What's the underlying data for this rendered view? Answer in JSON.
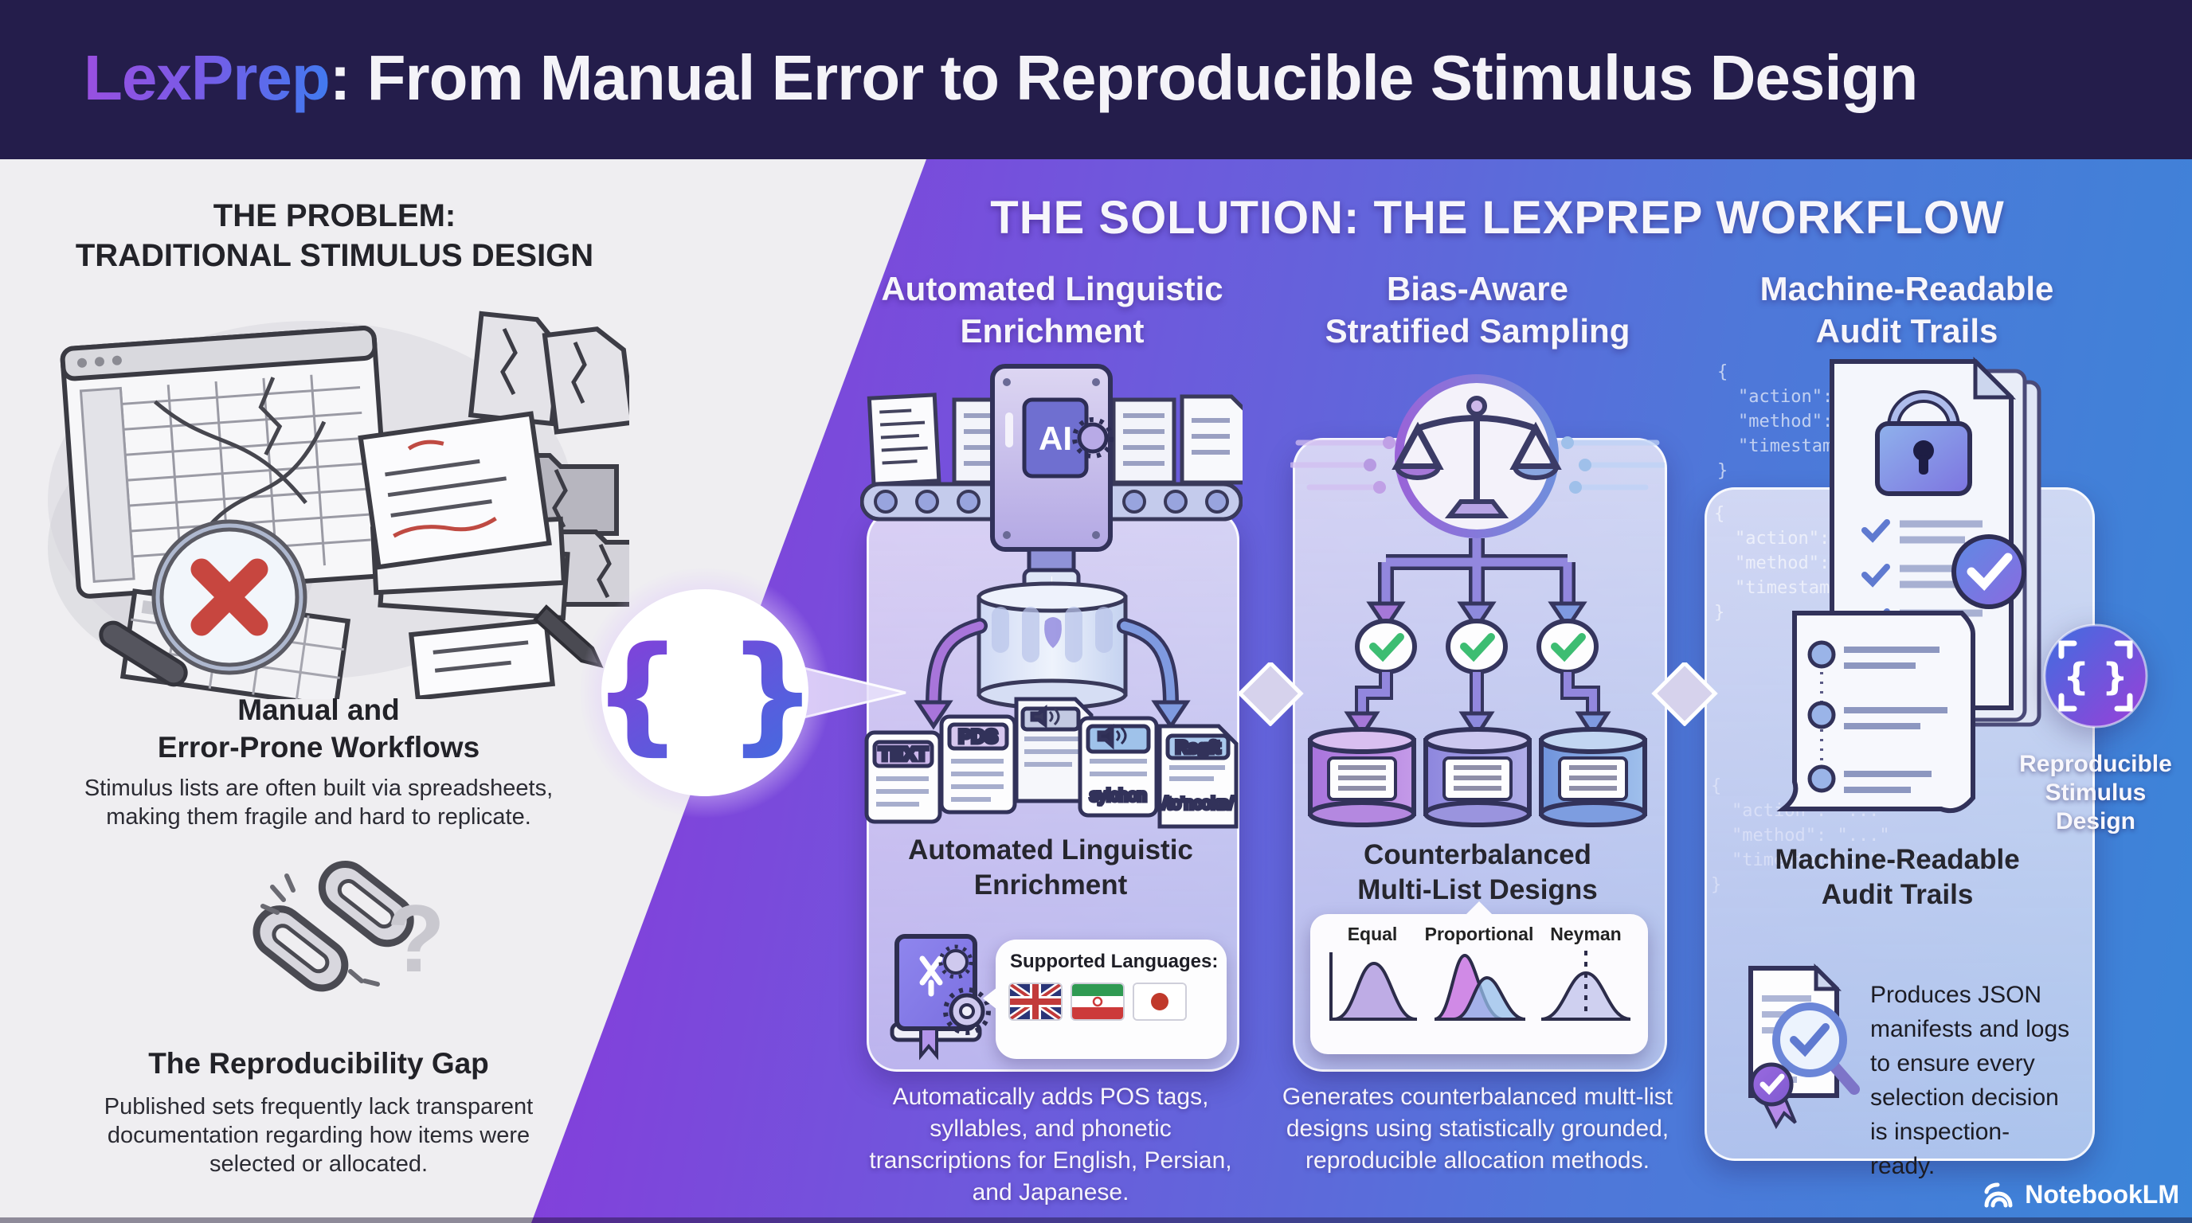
{
  "header": {
    "brand": "LexPrep",
    "title_rest": ": From Manual Error to Reproducible Stimulus Design"
  },
  "problem": {
    "heading_line1": "THE PROBLEM:",
    "heading_line2": "TRADITIONAL STIMULUS DESIGN",
    "workflows_title_line1": "Manual and",
    "workflows_title_line2": "Error-Prone Workflows",
    "workflows_body": "Stimulus lists are often built via spreadsheets, making them fragile and hard to replicate.",
    "gap_title": "The Reproducibility Gap",
    "gap_body": "Published sets frequently lack transparent documentation regarding how items were selected or allocated."
  },
  "solution": {
    "heading": "THE SOLUTION: THE LEXPREP WORKFLOW",
    "columns": [
      {
        "header_line1": "Automated Linguistic",
        "header_line2": "Enrichment",
        "machine_label": "AI",
        "outputs": {
          "text": "TEXT",
          "pos": "PDS",
          "syllables": "sylchon",
          "phonetic_name": "Rsgft",
          "phonetic": "/to'ncoke/"
        },
        "caption_line1": "Automated Linguistic",
        "caption_line2": "Enrichment",
        "languages_label": "Supported Languages:",
        "body": "Automatically adds POS tags, syllables, and phonetic transcriptions for English, Persian, and Japanese."
      },
      {
        "header_line1": "Bias-Aware",
        "header_line2": "Stratified Sampling",
        "caption_line1": "Counterbalanced",
        "caption_line2": "Multi-List Designs",
        "distributions": [
          "Equal",
          "Proportional",
          "Neyman"
        ],
        "body": "Generates counterbalanced multt-list designs using statistically grounded, reproducible allocation methods."
      },
      {
        "header_line1": "Machine-Readable",
        "header_line2": "Audit Trails",
        "caption_line1": "Machine-Readable",
        "caption_line2": "Audit Trails",
        "code_open": "{",
        "code_close": "}",
        "code_line1": "\"action\": \"...\"",
        "code_line2": "\"method\": \"...\"",
        "code_line3": "\"timestamp\": \"...\"",
        "body": "Produces JSON manifests and logs to ensure every selection decision is inspection-ready."
      }
    ],
    "badge": {
      "line1": "Reproducible",
      "line2": "Stimulus",
      "line3": "Design"
    }
  },
  "icons": {
    "braces": "{ }",
    "question": "?"
  },
  "footer": {
    "brand": "NotebookLM"
  }
}
